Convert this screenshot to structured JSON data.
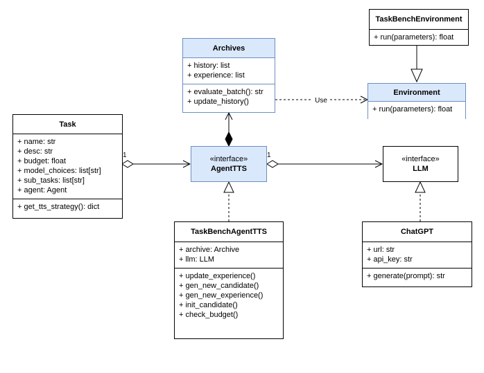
{
  "colors": {
    "interface_fill": "#dae8fc",
    "interface_stroke": "#6c8ebf",
    "line": "#000000"
  },
  "classes": {
    "task_bench_environment": {
      "name": "TaskBenchEnvironment",
      "operations": [
        "+ run(parameters): float"
      ]
    },
    "environment": {
      "name": "Environment",
      "operations": [
        "+ run(parameters): float"
      ]
    },
    "archives": {
      "name": "Archives",
      "attributes": [
        "+ history: list",
        "+ experience: list"
      ],
      "operations": [
        "+ evaluate_batch(): str",
        "+ update_history()"
      ]
    },
    "task": {
      "name": "Task",
      "attributes": [
        "+ name: str",
        "+ desc: str",
        "+ budget: float",
        "+ model_choices: list[str]",
        "+ sub_tasks: list[str]",
        "+ agent: Agent"
      ],
      "operations": [
        "+ get_tts_strategy(): dict"
      ]
    },
    "agent_tts": {
      "stereotype": "«interface»",
      "name": "AgentTTS"
    },
    "llm": {
      "stereotype": "«interface»",
      "name": "LLM"
    },
    "task_bench_agent_tts": {
      "name": "TaskBenchAgentTTS",
      "attributes": [
        "+ archive: Archive",
        "+ llm: LLM"
      ],
      "operations": [
        "+ update_experience()",
        "+ gen_new_candidate()",
        "+ gen_new_experience()",
        "+ init_candidate()",
        "+ check_budget()"
      ]
    },
    "chatgpt": {
      "name": "ChatGPT",
      "attributes": [
        "+ url: str",
        "+ api_key: str"
      ],
      "operations": [
        "+ generate(prompt): str"
      ]
    }
  },
  "relations": {
    "use_label": "Use",
    "task_multiplicity": "1",
    "agent_multiplicity": "1"
  }
}
